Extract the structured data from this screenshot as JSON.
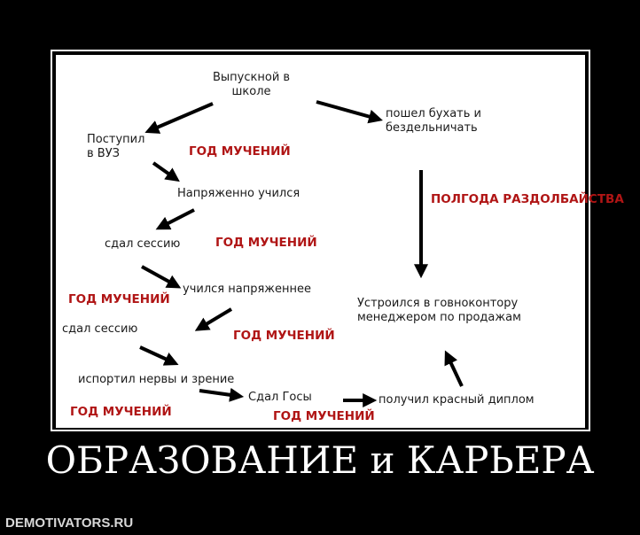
{
  "diagram": {
    "nodes": {
      "graduation": "Выпускной в\nшколе",
      "drink": "пошел бухать и\nбездельничать",
      "university": "Поступил\nв ВУЗ",
      "studied_hard": "Напряженно учился",
      "exam1": "сдал сессию",
      "studied_harder": "учился напряженнее",
      "exam2": "сдал сессию",
      "ruined": "испортил нервы и зрение",
      "state_exams": "Сдал Госы",
      "diploma": "получил красный диплом",
      "job": "Устроился в говноконтору\nменеджером по продажам"
    },
    "labels": {
      "year1": "ГОД МУЧЕНИЙ",
      "year2": "ГОД МУЧЕНИЙ",
      "year3": "ГОД МУЧЕНИЙ",
      "year4": "ГОД МУЧЕНИЙ",
      "year5": "ГОД МУЧЕНИЙ",
      "year6": "ГОД МУЧЕНИЙ",
      "half_year": "ПОЛГОДА\nРАЗДОЛБАЙСТВА"
    }
  },
  "caption": "ОБРАЗОВАНИЕ и КАРЬЕРА",
  "watermark": "DEMOTIVATORS.RU"
}
